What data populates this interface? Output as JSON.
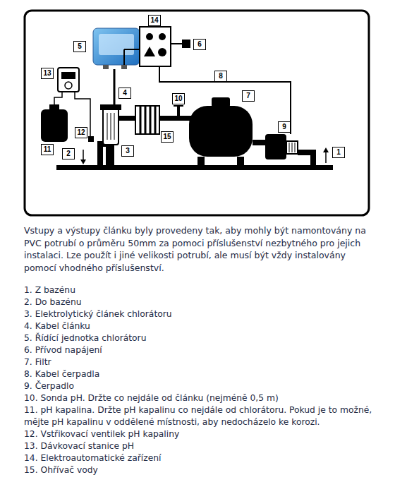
{
  "diagram": {
    "caption": "Vstupy a výstupy článku byly provedeny tak, aby mohly být namontovány na PVC potrubí o průměru 50mm za pomoci příslušenství nezbytného pro jejich instalaci. Lze použít i jiné velikosti potrubí, ale musí být vždy instalovány pomocí vhodného příslušenství.",
    "labels": [
      "1",
      "2",
      "3",
      "4",
      "5",
      "6",
      "7",
      "8",
      "9",
      "10",
      "11",
      "12",
      "13",
      "14",
      "15",
      "1. Z bazénu",
      "2. Do bazénu",
      "3. Elektrolytický článek chlorátoru",
      "4. Kabel článku",
      "5. Řídící jednotka chlorátoru",
      "6. Přívod napájení",
      "7. Filtr",
      "8. Kabel čerpadla",
      "9. Čerpadlo",
      "10. Sonda pH. Držte co nejdále od článku (nejméně 0,5 m)",
      "11. pH kapalina. Držte pH kapalinu co nejdále od chlorátoru. Pokud je to možné, mějte pH kapalinu v oddělené místnosti, aby nedocházelo ke korozi.",
      "12. Vstřikovací ventilek pH kapaliny",
      "13. Dávkovací stanice pH",
      "14. Elektroautomatické zařízení",
      "15. Ohřívač vody"
    ]
  }
}
